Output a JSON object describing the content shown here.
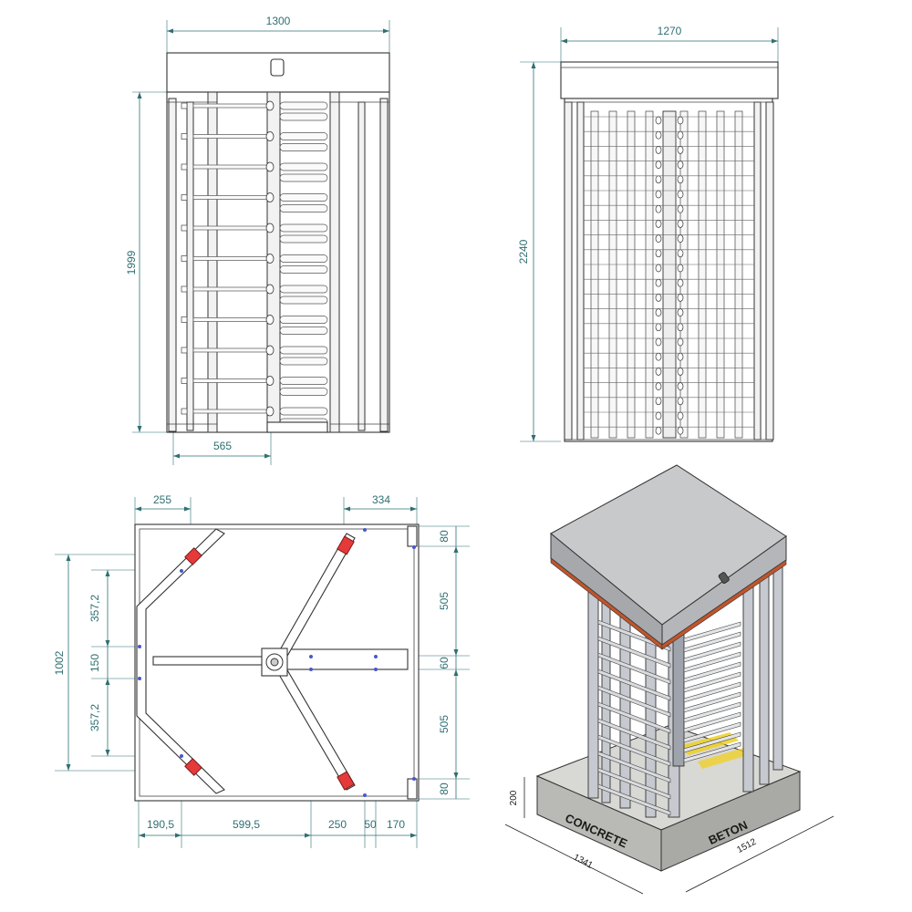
{
  "front_view": {
    "width": "1300",
    "height": "1999",
    "offset": "565"
  },
  "side_view": {
    "width": "1270",
    "height": "2240"
  },
  "plan_view": {
    "top_left": "255",
    "top_right": "334",
    "overall_height": "1002",
    "left_upper": "357,2",
    "left_mid": "150",
    "left_lower": "357,2",
    "right_top": "80",
    "right_upper": "505",
    "right_mid": "60",
    "right_lower": "505",
    "right_bottom": "80",
    "bottom_1": "190,5",
    "bottom_2": "599,5",
    "bottom_3": "250",
    "bottom_4": "50",
    "bottom_5": "170"
  },
  "iso_view": {
    "base_height": "200",
    "base_length": "1341",
    "base_width": "1512",
    "label_concrete": "CONCRETE",
    "label_beton": "BETON"
  }
}
